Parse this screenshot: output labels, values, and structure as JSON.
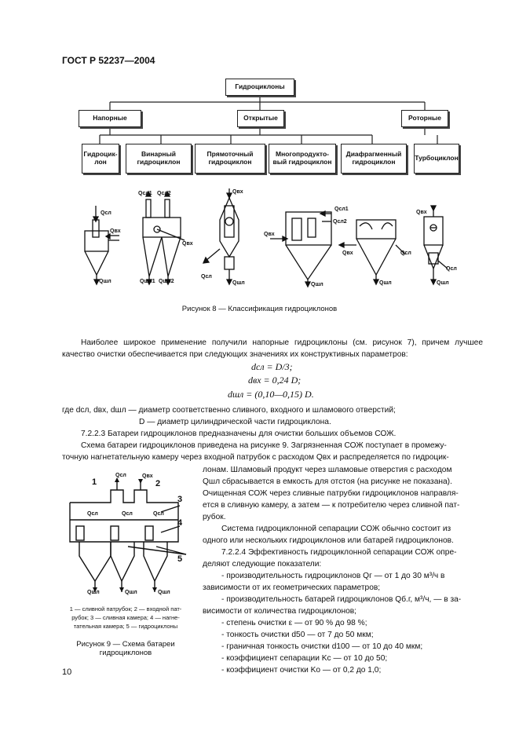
{
  "header": "ГОСТ Р 52237—2004",
  "figure8": {
    "root": "Гидроциклоны",
    "level1": [
      "Напорные",
      "Открытые",
      "Роторные"
    ],
    "level2": [
      "Гидроцик-\nлон",
      "Винарный\nгидроциклон",
      "Прямоточный\nгидроциклон",
      "Многопродукто-\nвый гидроциклон",
      "Диафрагменный\nгидроциклон",
      "Турбоциклон"
    ],
    "caption": "Рисунок 8 — Классификация гидроциклонов",
    "flow_labels": {
      "q_sl": "Qсл",
      "q_vx": "Qвх",
      "q_shl": "Qшл",
      "q_sl1": "Qсл1",
      "q_sl2": "Qсл2",
      "q_shl1": "Qшл1",
      "q_shl2": "Qшл2"
    }
  },
  "para1": "Наиболее широкое применение получили напорные гидроциклоны (см. рисунок 7), причем лучшее качество очистки обеспечивается при следующих значениях их конструктивных параметров:",
  "formulas": [
    "dсл = D/3;",
    "dвх = 0,24 D;",
    "dшл = (0,10—0,15) D."
  ],
  "where_line1": "где dсл, dвх, dшл — диаметр соответственно сливного, входного и шламового отверстий;",
  "where_line2": "D — диаметр цилиндрической части гидроциклона.",
  "section_7223": "7.2.2.3 Батареи гидроциклонов предназначены для очистки больших объемов СОЖ.",
  "para_battery": [
    "Схема батареи гидроциклонов приведена на рисунке 9. Загрязненная СОЖ поступает в промежу-",
    "точную нагнетательную камеру через входной патрубок с расходом Qвх и распределяется по гидроцик-"
  ],
  "right_col": [
    "лонам. Шламовый продукт через шламовые отверстия с расходом",
    "Qшл сбрасывается в емкость для отстоя (на рисунке не показана).",
    "Очищенная СОЖ через сливные патрубки гидроциклонов направля-",
    "ется в сливную камеру, а затем — к потребителю через сливной пат-",
    "рубок."
  ],
  "para_system": [
    "Система гидроциклонной сепарации СОЖ обычно состоит из",
    "одного или нескольких гидроциклонов или батарей гидроциклонов."
  ],
  "section_7224": [
    "7.2.2.4 Эффективность гидроциклонной сепарации СОЖ опре-",
    "деляют следующие показатели:"
  ],
  "bullets": [
    "- производительность гидроциклонов Qг — от 1 до 30 м³/ч в",
    "зависимости от их геометрических параметров;",
    "- производительность батарей гидроциклонов Qб.г, м³/ч, — в за-",
    "висимости от количества гидроциклонов;",
    "- степень очистки ε — от 90 % до 98 %;",
    "- тонкость очистки d50 — от 7 до 50 мкм;",
    "- граничная тонкость очистки d100 — от 10 до 40 мкм;",
    "- коэффициент сепарации Kс — от 10 до 50;",
    "- коэффициент очистки Kо — от 0,2 до 1,0;"
  ],
  "figure9": {
    "numbers": [
      "1",
      "2",
      "3",
      "4",
      "5"
    ],
    "legend": [
      "1 — сливной патрубок; 2 — входной пат-",
      "рубок; 3 — сливная камера; 4 — нагне-",
      "тательная камера; 5 — гидроциклоны"
    ],
    "caption": [
      "Рисунок 9 — Схема батареи",
      "гидроциклонов"
    ]
  },
  "page_number": "10"
}
